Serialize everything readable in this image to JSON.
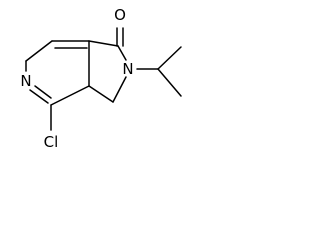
{
  "molecule": {
    "atoms": {
      "oxygen": "O",
      "ring_nitrogen": "N",
      "pyridine_nitrogen": "N",
      "chlorine": "Cl"
    }
  },
  "colors": {
    "bond": "#000000",
    "label": "#000000",
    "background": "#ffffff"
  }
}
